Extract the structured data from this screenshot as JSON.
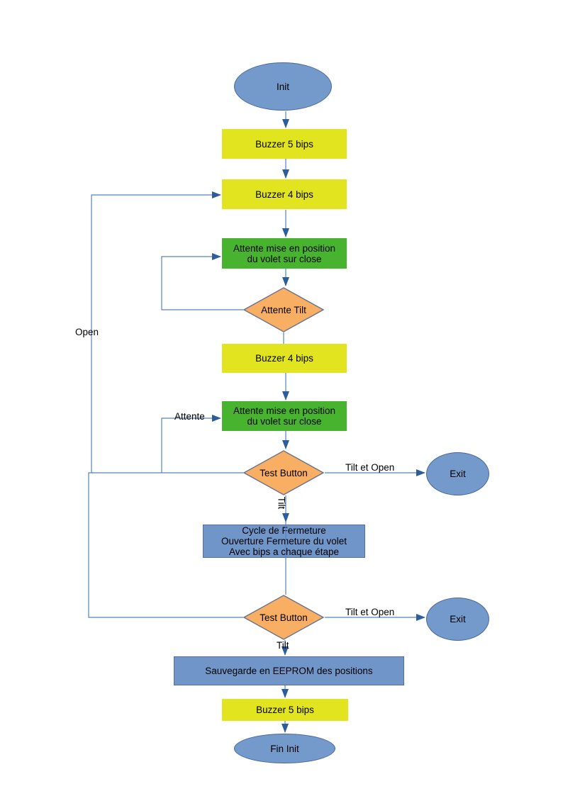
{
  "diagram": {
    "palette": {
      "process_yellow": "#e2e41f",
      "process_green": "#47b32e",
      "decision_orange": "#f8ae63",
      "terminal_blue": "#7499cb",
      "connector_line": "#5585be",
      "arrowhead": "#2c5e9e",
      "shape_border": "#5b6e94",
      "text": "#000000"
    },
    "nodes": {
      "init": {
        "label": "Init"
      },
      "buzzer_5_bips_top": {
        "label": "Buzzer 5 bips"
      },
      "buzzer_4_bips_top": {
        "label": "Buzzer 4 bips"
      },
      "attente_position_1": {
        "lines": [
          "Attente mise en position",
          "du volet sur close"
        ]
      },
      "attente_tilt": {
        "label": "Attente Tilt"
      },
      "buzzer_4_bips_mid": {
        "label": "Buzzer 4 bips"
      },
      "attente_position_2": {
        "lines": [
          "Attente mise en position",
          "du volet sur close"
        ]
      },
      "test_button_1": {
        "label": "Test Button"
      },
      "exit_1": {
        "label": "Exit"
      },
      "cycle_fermeture": {
        "lines": [
          "Cycle de Fermeture",
          "Ouverture Fermeture du volet",
          "Avec bips a chaque étape"
        ]
      },
      "test_button_2": {
        "label": "Test Button"
      },
      "exit_2": {
        "label": "Exit"
      },
      "sauvegarde_eeprom": {
        "label": "Sauvegarde en EEPROM des positions"
      },
      "buzzer_5_bips_bottom": {
        "label": "Buzzer 5 bips"
      },
      "fin_init": {
        "label": "Fin Init"
      }
    },
    "edge_labels": {
      "open": "Open",
      "attente": "Attente",
      "tilt_vertical": "Tilt",
      "tilt_et_open_1": "Tilt et Open",
      "tilt_et_open_2": "Tilt et Open",
      "tilt_horizontal": "Tilt"
    }
  }
}
